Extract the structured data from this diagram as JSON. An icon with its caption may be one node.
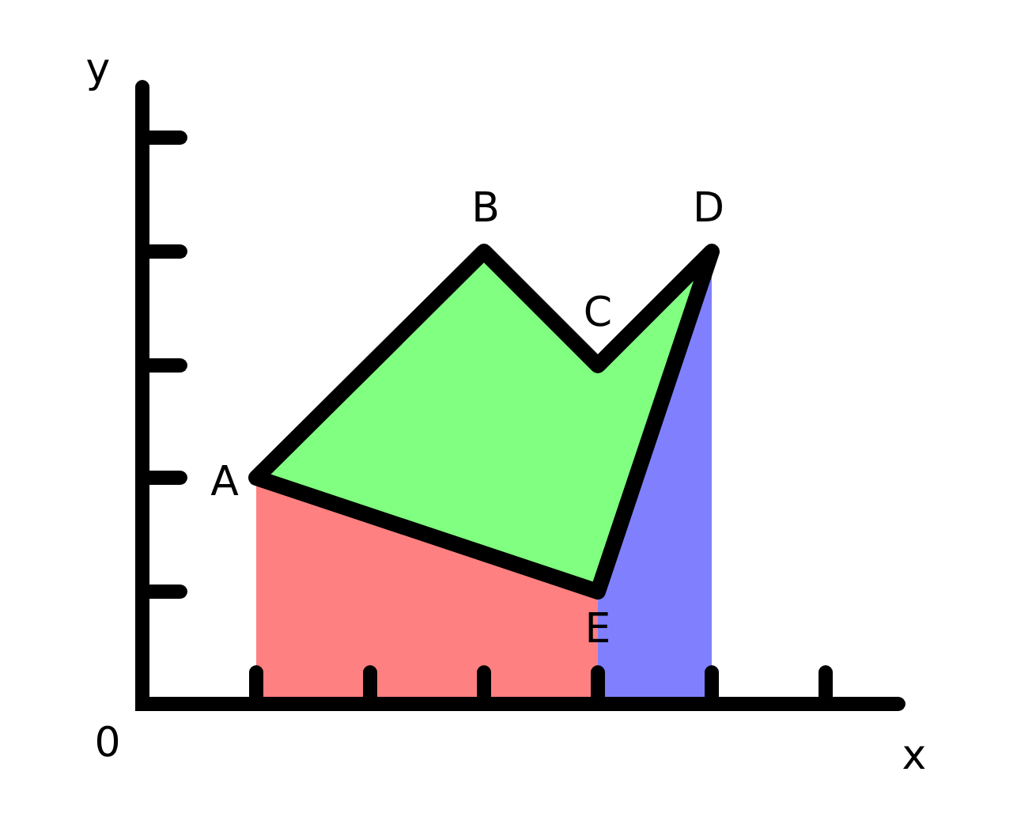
{
  "diagram": {
    "labels": [
      "y",
      "B",
      "D",
      "C",
      "A",
      "E",
      "0",
      "x"
    ]
  }
}
